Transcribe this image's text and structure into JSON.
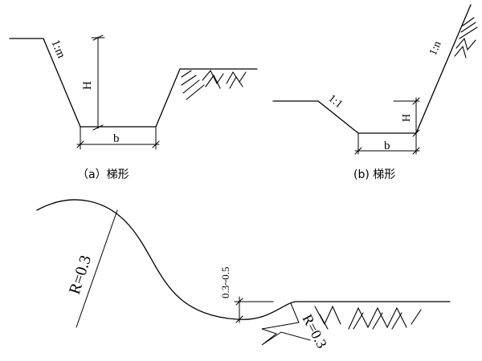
{
  "diagram_a": {
    "slope_label": "1:m",
    "height_label": "H",
    "bottom_width_label": "b",
    "caption": "（a）梯形"
  },
  "diagram_b": {
    "left_slope_label": "1:1",
    "right_slope_label": "1:n",
    "height_label": "H",
    "bottom_width_label": "b",
    "caption": "(b) 梯形"
  },
  "diagram_c": {
    "radius_left_label": "R=0.3",
    "depth_label": "0.3~0.5",
    "radius_right_label": "R=0.3"
  }
}
